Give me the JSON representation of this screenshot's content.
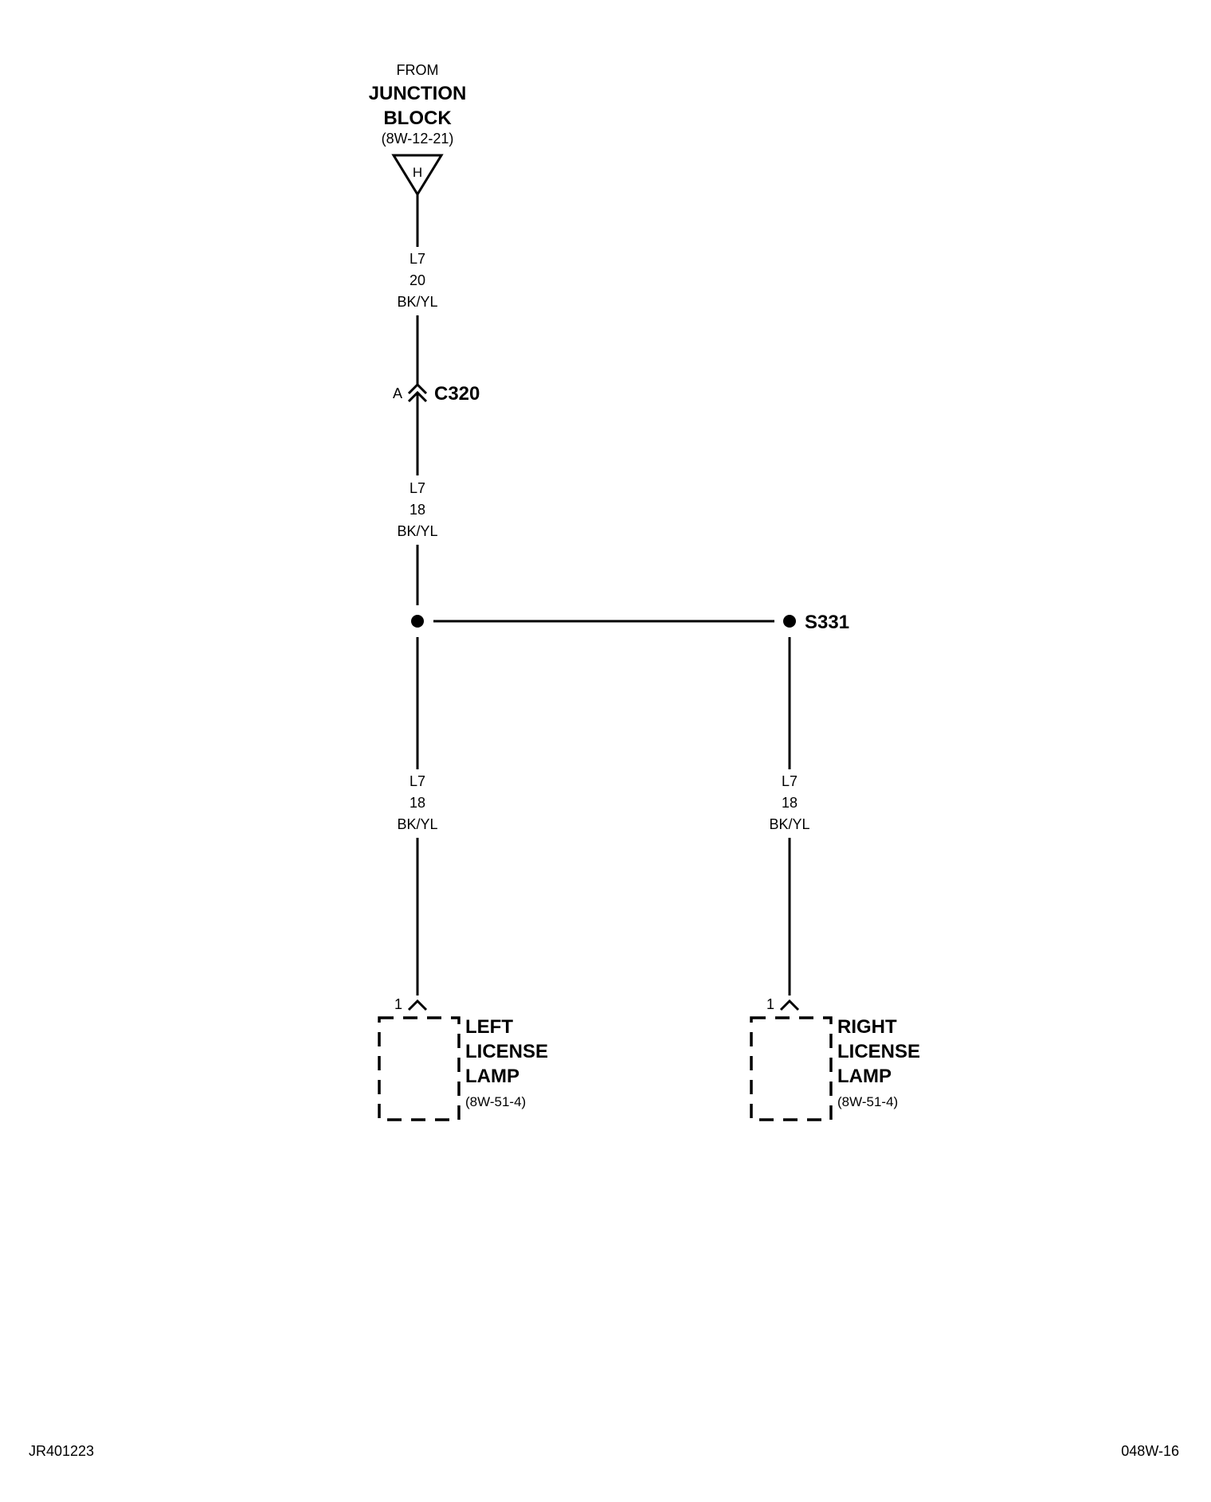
{
  "source": {
    "prefix": "FROM",
    "name_line1": "JUNCTION",
    "name_line2": "BLOCK",
    "ref": "(8W-12-21)",
    "pin": "H"
  },
  "wire_top": {
    "circuit": "L7",
    "gauge": "20",
    "color": "BK/YL"
  },
  "connector": {
    "cavity": "A",
    "name": "C320"
  },
  "wire_mid": {
    "circuit": "L7",
    "gauge": "18",
    "color": "BK/YL"
  },
  "splice": {
    "name": "S331"
  },
  "wire_left": {
    "circuit": "L7",
    "gauge": "18",
    "color": "BK/YL"
  },
  "wire_right": {
    "circuit": "L7",
    "gauge": "18",
    "color": "BK/YL"
  },
  "left_lamp": {
    "pin": "1",
    "line1": "LEFT",
    "line2": "LICENSE",
    "line3": "LAMP",
    "ref": "(8W-51-4)"
  },
  "right_lamp": {
    "pin": "1",
    "line1": "RIGHT",
    "line2": "LICENSE",
    "line3": "LAMP",
    "ref": "(8W-51-4)"
  },
  "footer": {
    "left_code": "JR401223",
    "right_code": "048W-16"
  }
}
